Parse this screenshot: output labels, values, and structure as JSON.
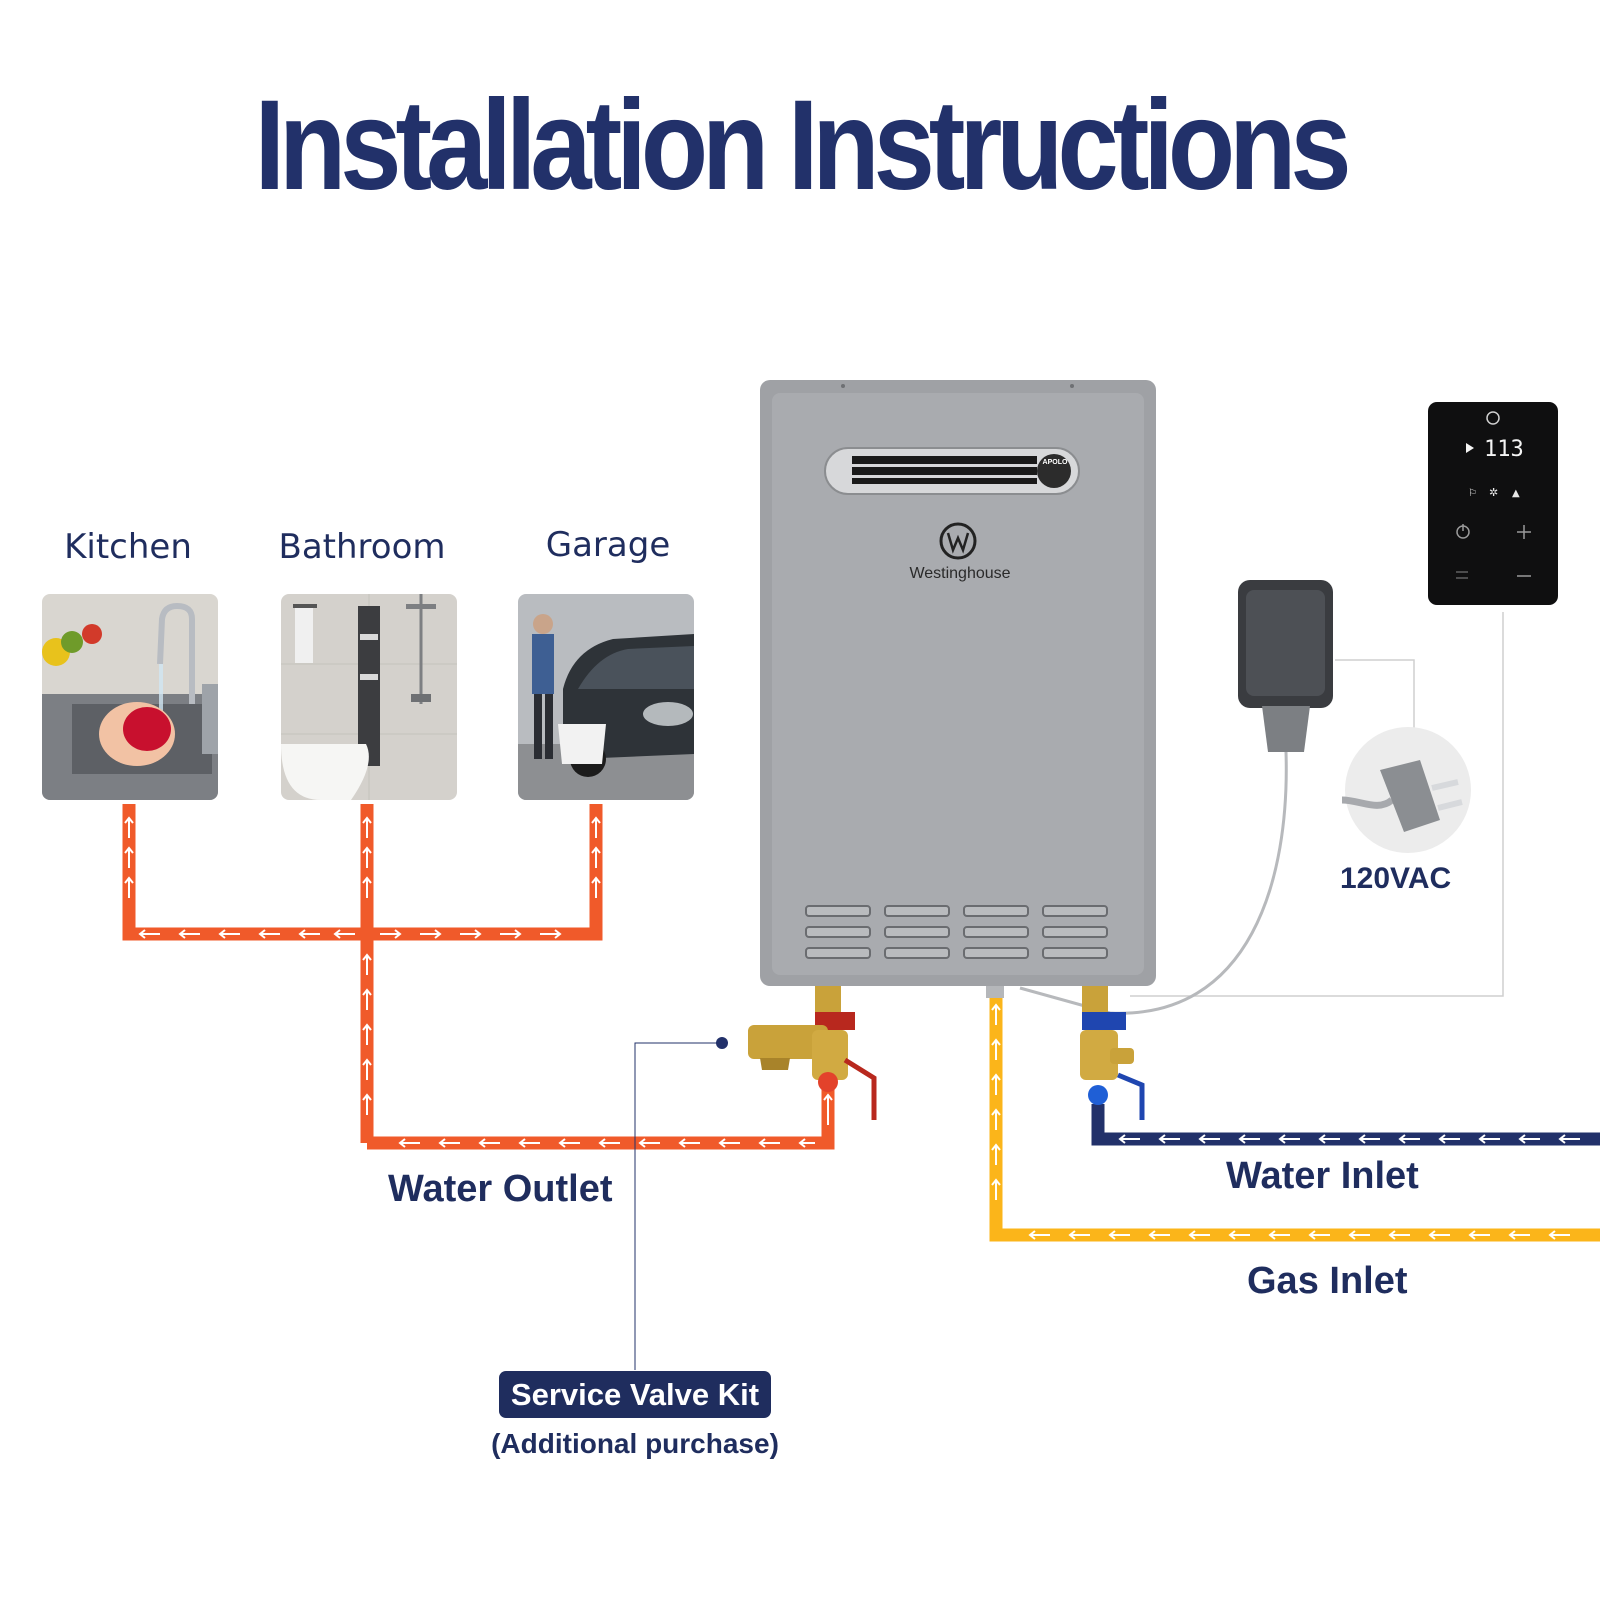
{
  "title": "Installation Instructions",
  "colors": {
    "title": "#22316a",
    "label": "#1f2d5e",
    "hot_water_pipe": "#f05a2a",
    "cold_water_pipe": "#22316a",
    "gas_pipe": "#fbb51a",
    "heater_body": "#a8aaae"
  },
  "locations": [
    {
      "label": "Kitchen"
    },
    {
      "label": "Bathroom"
    },
    {
      "label": "Garage"
    }
  ],
  "heater": {
    "brand": "Westinghouse",
    "badge": "APOLO"
  },
  "controller": {
    "display": "113"
  },
  "labels": {
    "water_outlet": "Water Outlet",
    "water_inlet": "Water Inlet",
    "gas_inlet": "Gas Inlet",
    "power": "120VAC",
    "service_valve_kit": "Service Valve Kit",
    "additional_purchase": "(Additional purchase)"
  },
  "icons": [
    "kitchen-photo",
    "bathroom-photo",
    "garage-photo",
    "westinghouse-logo-icon",
    "power-outlet-icon",
    "plug-icon",
    "valve-icon"
  ]
}
